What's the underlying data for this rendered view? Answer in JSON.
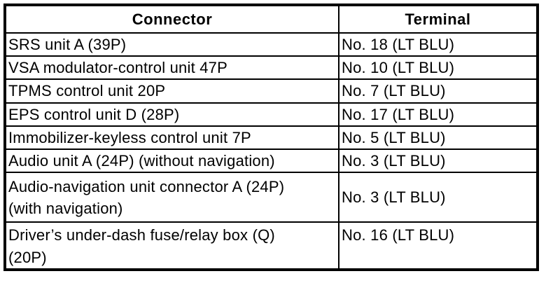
{
  "page": {
    "background_color": "#ffffff",
    "border_color": "#000000",
    "text_color": "#000000"
  },
  "table": {
    "headers": [
      {
        "label": "Connector"
      },
      {
        "label": "Terminal"
      }
    ],
    "rows": [
      {
        "connector": "SRS unit A (39P)",
        "terminal": "No. 18 (LT BLU)"
      },
      {
        "connector": "VSA modulator-control unit 47P",
        "terminal": "No. 10 (LT BLU)"
      },
      {
        "connector": "TPMS control unit 20P",
        "terminal": "No. 7 (LT BLU)"
      },
      {
        "connector": "EPS control unit D (28P)",
        "terminal": "No. 17 (LT BLU)"
      },
      {
        "connector": "Immobilizer-keyless control unit 7P",
        "terminal": "No. 5 (LT BLU)"
      },
      {
        "connector": "Audio unit A (24P) (without navigation)",
        "terminal": "No. 3 (LT BLU)"
      },
      {
        "connector": "Audio-navigation unit connector A (24P)\n(with navigation)",
        "terminal": "No. 3 (LT BLU)"
      },
      {
        "connector": "Driver’s under-dash fuse/relay box (Q)\n(20P)",
        "terminal": "No. 16 (LT BLU)"
      }
    ]
  }
}
